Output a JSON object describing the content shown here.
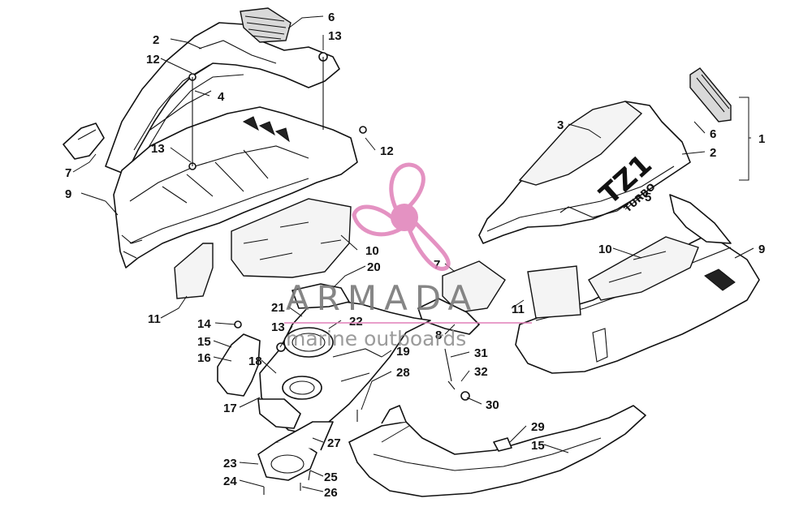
{
  "diagram": {
    "callouts": [
      {
        "label": "6"
      },
      {
        "label": "13"
      },
      {
        "label": "2"
      },
      {
        "label": "12"
      },
      {
        "label": "4"
      },
      {
        "label": "13"
      },
      {
        "label": "12"
      },
      {
        "label": "7"
      },
      {
        "label": "9"
      },
      {
        "label": "10"
      },
      {
        "label": "11"
      },
      {
        "label": "3"
      },
      {
        "label": "6"
      },
      {
        "label": "2"
      },
      {
        "label": "1"
      },
      {
        "label": "5"
      },
      {
        "label": "10"
      },
      {
        "label": "9"
      },
      {
        "label": "7"
      },
      {
        "label": "11"
      },
      {
        "label": "8"
      },
      {
        "label": "20"
      },
      {
        "label": "21"
      },
      {
        "label": "13"
      },
      {
        "label": "22"
      },
      {
        "label": "14"
      },
      {
        "label": "15"
      },
      {
        "label": "16"
      },
      {
        "label": "18"
      },
      {
        "label": "19"
      },
      {
        "label": "31"
      },
      {
        "label": "32"
      },
      {
        "label": "28"
      },
      {
        "label": "30"
      },
      {
        "label": "17"
      },
      {
        "label": "27"
      },
      {
        "label": "29"
      },
      {
        "label": "15"
      },
      {
        "label": "23"
      },
      {
        "label": "24"
      },
      {
        "label": "25"
      },
      {
        "label": "26"
      }
    ],
    "hood_decal": {
      "model": "TZ1",
      "word": "TURBO"
    }
  },
  "watermark": {
    "brand": "ARMADA",
    "tagline": "marine outboards",
    "logo_color": "#e07fb8"
  }
}
